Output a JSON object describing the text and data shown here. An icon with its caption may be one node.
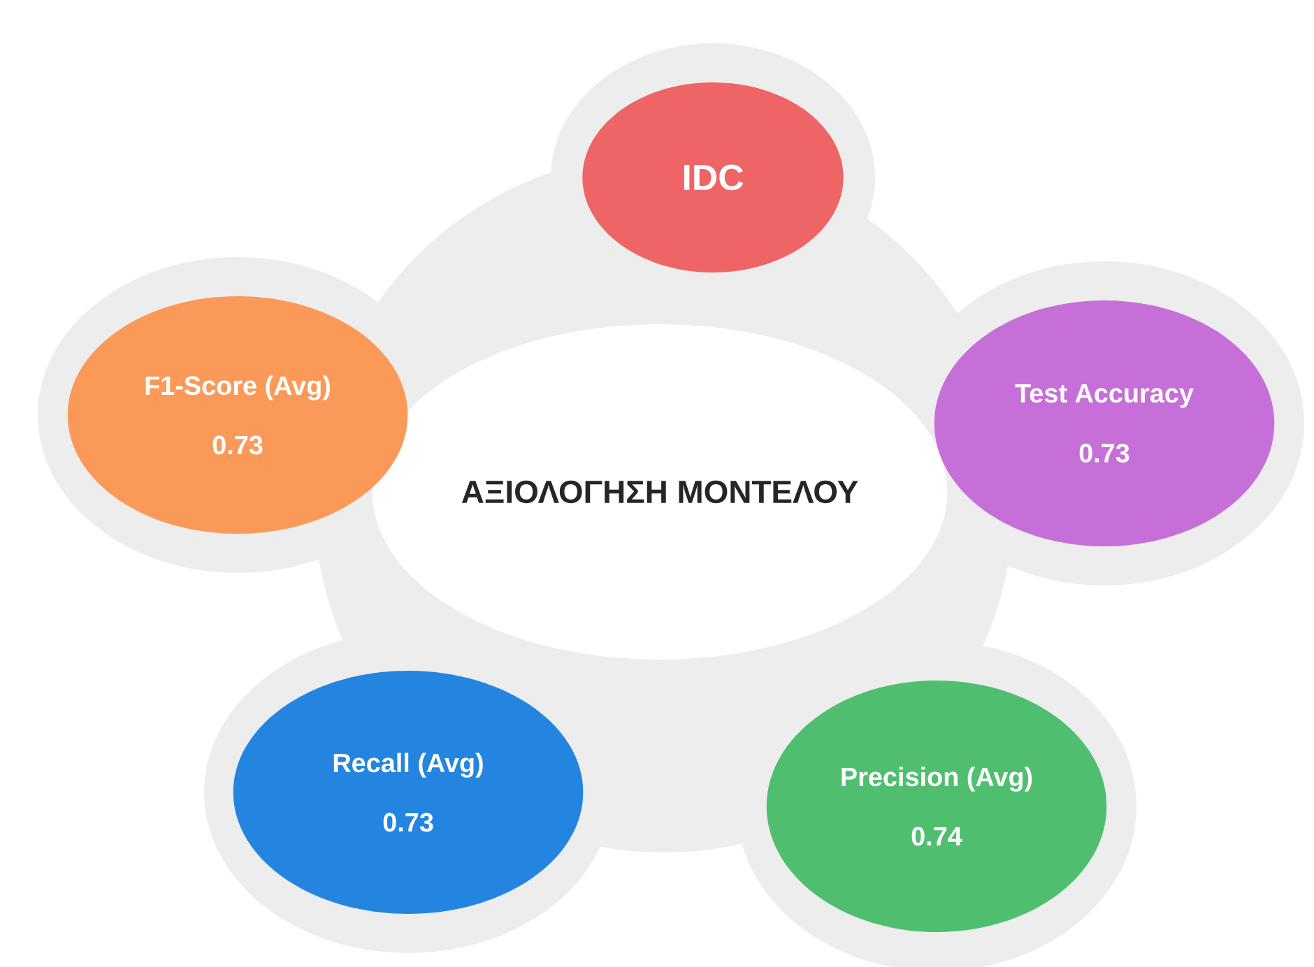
{
  "diagram": {
    "nodes": [
      {
        "text": [
          "ΑΞΙΟΛΟΓΗΣΗ ΜΟΝΤΕΛΟΥ"
        ]
      },
      {
        "text": [
          "IDC"
        ]
      },
      {
        "text": [
          "Test Accuracy",
          "0.73"
        ]
      },
      {
        "text": [
          "Precision (Avg)",
          "0.74"
        ]
      },
      {
        "text": [
          "Recall (Avg)",
          "0.73"
        ]
      },
      {
        "text": [
          "F1-Score (Avg)",
          "0.73"
        ]
      }
    ]
  }
}
